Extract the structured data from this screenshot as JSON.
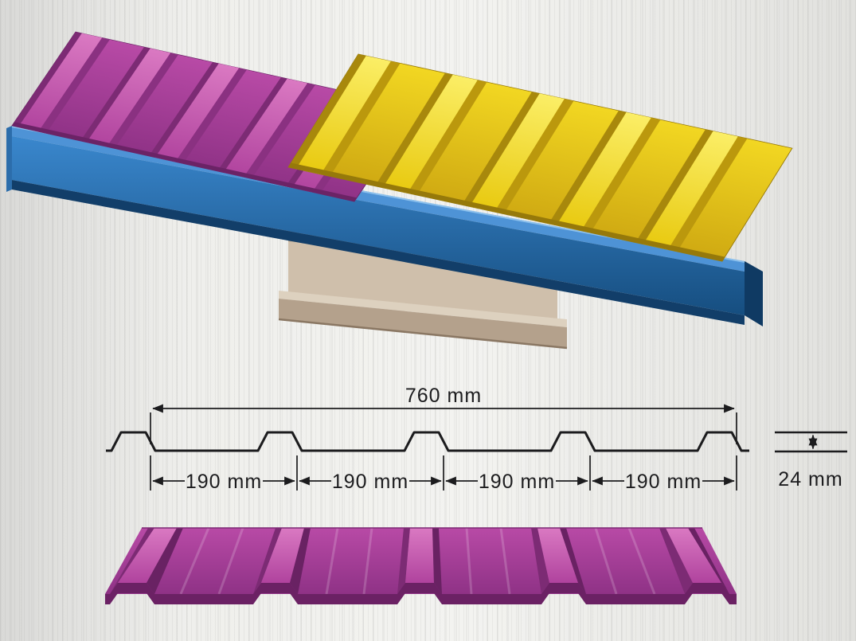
{
  "diagram": {
    "dimensions": {
      "total_width_label": "760 mm",
      "segment_labels": [
        "190 mm",
        "190 mm",
        "190 mm",
        "190 mm"
      ],
      "height_label": "24 mm",
      "total_width_mm": 760,
      "segment_mm": [
        190,
        190,
        190,
        190
      ],
      "rib_height_mm": 24
    },
    "colors": {
      "sheet_purple": "#a63d98",
      "sheet_yellow": "#eecf1e",
      "purlin_blue": "#2a74ba",
      "beam_beige": "#c9b9a4",
      "drawing_line": "#1c1c1e"
    },
    "scene": {
      "hero": "purple and yellow corrugated roofing sheets resting on blue C-purlin over beige I-beam",
      "profile": "trapezoidal-rib cross-section profile with dimensions",
      "bottom": "purple corrugated sheet render"
    }
  }
}
